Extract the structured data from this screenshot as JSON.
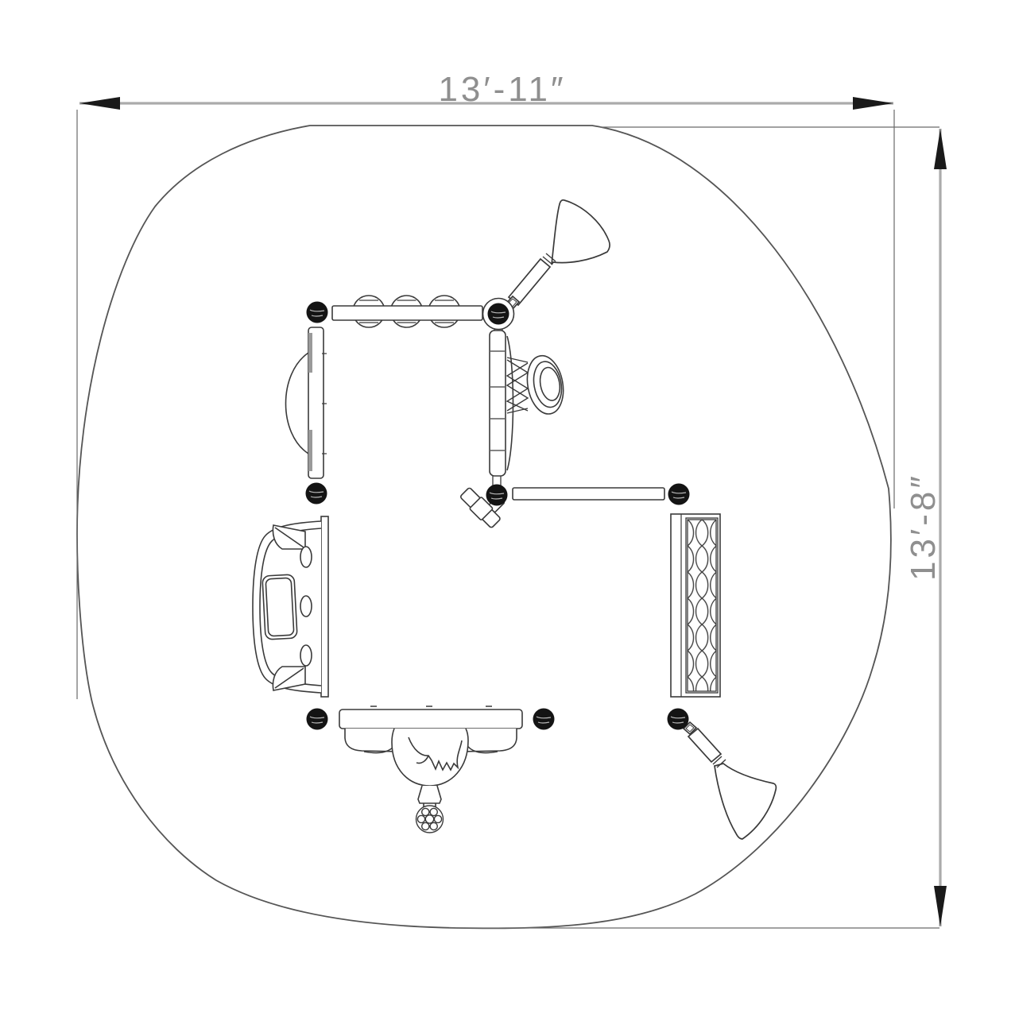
{
  "drawing": {
    "kind": "playground-equipment-plan-view",
    "dimensions": {
      "width_label": "13′-11″",
      "height_label": "13′-8″"
    }
  },
  "colors": {
    "background": "#ffffff",
    "equipment_line": "#3a3a3a",
    "border_line": "#555555",
    "dimension_line": "#ababab",
    "extension_line": "#6a6a6a",
    "arrow": "#1a1a1a",
    "dimension_text": "#8f8f8f",
    "post_fill": "#141414"
  },
  "equipment": [
    {
      "icon": "talk-tube-flower-upper-icon"
    },
    {
      "icon": "triple-spinner-panel-icon"
    },
    {
      "icon": "bubble-panel-icon"
    },
    {
      "icon": "drum-panel-icon"
    },
    {
      "icon": "hand-spinner-toy-icon"
    },
    {
      "icon": "rail-panel-icon"
    },
    {
      "icon": "net-climber-panel-icon"
    },
    {
      "icon": "play-car-panel-icon"
    },
    {
      "icon": "hand-and-ball-sensory-panel-icon"
    },
    {
      "icon": "talk-tube-flower-lower-icon"
    },
    {
      "icon": "support-post-icon",
      "count": 8
    }
  ]
}
